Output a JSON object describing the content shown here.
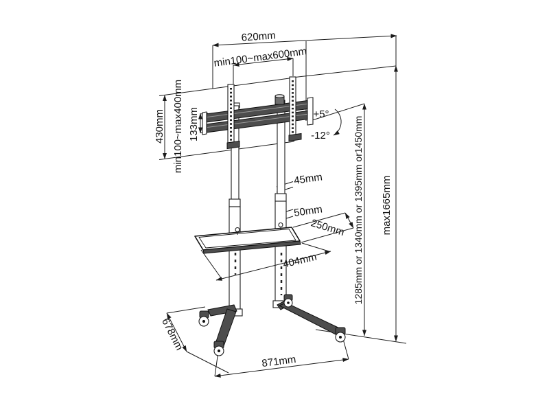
{
  "diagram": {
    "labels": {
      "top_width": "620mm",
      "vesa_width_range": "min100~max600mm",
      "bracket_height": "430mm",
      "vesa_height_range": "min100~max400mm",
      "crossbar_height": "133mm",
      "tilt_up": "+5°",
      "tilt_down": "-12°",
      "upper_pole_width": "45mm",
      "lower_pole_width": "50mm",
      "shelf_depth": "250mm",
      "shelf_width": "404mm",
      "base_depth": "678mm",
      "base_width": "871mm",
      "height_options": "1285mm or 1340mm or 1395mm or1450mm",
      "max_height": "max1665mm"
    },
    "colors": {
      "line": "#1a1a1a",
      "dark_fill": "#4d4d4d",
      "background": "#ffffff"
    }
  }
}
